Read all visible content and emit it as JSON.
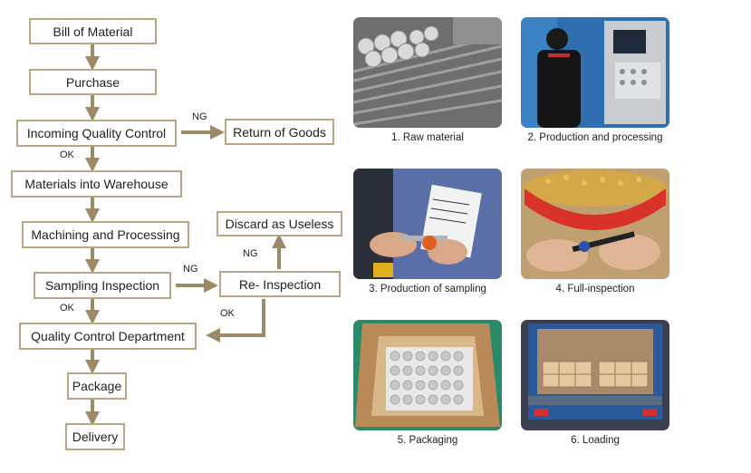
{
  "flow": {
    "bom": "Bill of Material",
    "purchase": "Purchase",
    "iqc": "Incoming Quality Control",
    "return": "Return of Goods",
    "warehouse": "Materials into Warehouse",
    "machining": "Machining and Processing",
    "sampling": "Sampling Inspection",
    "reinspection": "Re- Inspection",
    "discard": "Discard as Useless",
    "qcd": "Quality Control Department",
    "package": "Package",
    "delivery": "Delivery",
    "ng1": "NG",
    "ok1": "OK",
    "ng2": "NG",
    "ok2": "OK",
    "ng3": "NG",
    "ok3": "OK"
  },
  "photos": [
    {
      "caption": "1. Raw material"
    },
    {
      "caption": "2. Production and processing"
    },
    {
      "caption": "3. Production of sampling"
    },
    {
      "caption": "4. Full-inspection"
    },
    {
      "caption": "5. Packaging"
    },
    {
      "caption": "6. Loading"
    }
  ],
  "colors": {
    "border": "#b9a680",
    "arrow": "#9c8a66"
  }
}
